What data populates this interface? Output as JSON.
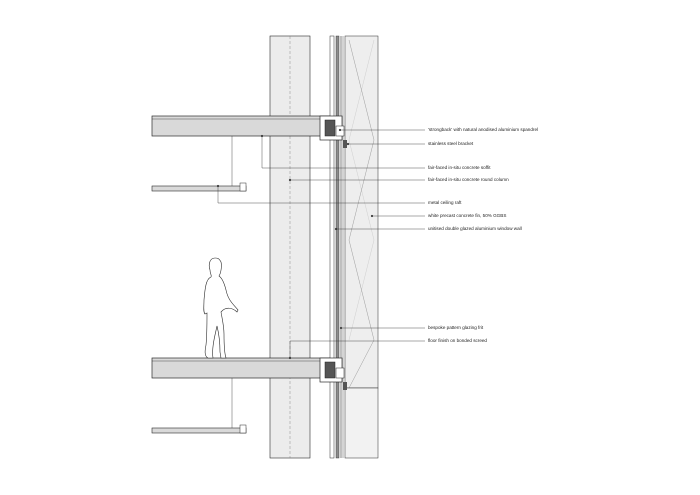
{
  "annotations": [
    {
      "id": "strongback",
      "text": "'strongback' with natural anodised aluminium spandrel"
    },
    {
      "id": "steel-bracket",
      "text": "stainless steel bracket"
    },
    {
      "id": "soffit",
      "text": "fair-faced in-situ concrete soffit"
    },
    {
      "id": "column",
      "text": "fair-faced in-situ concrete round column"
    },
    {
      "id": "ceiling-raft",
      "text": "metal ceiling raft"
    },
    {
      "id": "concrete-fin",
      "text": "white precast concrete fin, 50% GGBS"
    },
    {
      "id": "window-wall",
      "text": "unitised double glazed aluminium window wall"
    },
    {
      "id": "frit",
      "text": "bespoke pattern glazing frit"
    },
    {
      "id": "screed",
      "text": "floor finish on bonded screed"
    }
  ],
  "colors": {
    "line": "#2a2a2a",
    "slab_fill": "#d9d9d9",
    "column_fill": "#ececec",
    "fin_fill": "#eeeeee",
    "mullion_fill": "#8c8c8c",
    "bracket_fill": "#555555"
  },
  "figure": {
    "type": "human-silhouette-scale-figure"
  }
}
